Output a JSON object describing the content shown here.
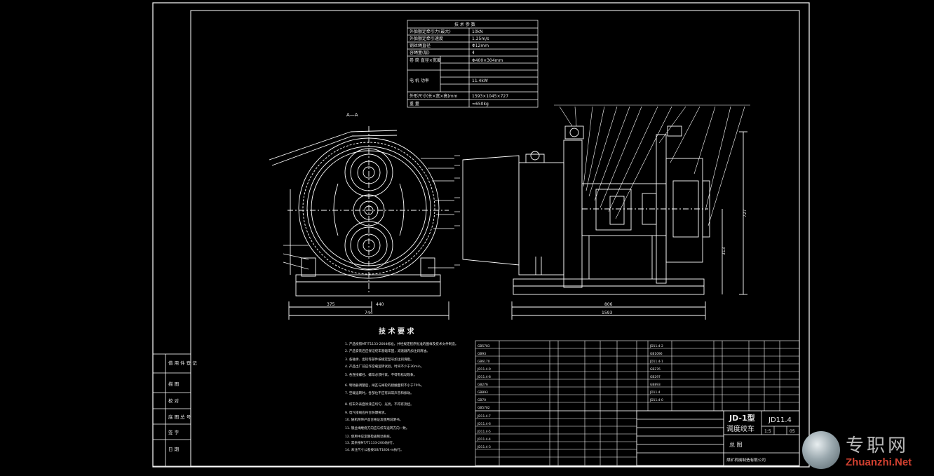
{
  "drawing": {
    "param_table_title": "技 术 参 数",
    "param_rows": [
      {
        "label": "外胎额定牵引力(最大)",
        "value": "10kN"
      },
      {
        "label": "外胎额定牵引速度",
        "value": "1.25m/s"
      },
      {
        "label": "钢丝绳直径",
        "value": "Φ12mm"
      },
      {
        "label": "容绳量(层)",
        "value": "4"
      },
      {
        "label": "卷 筒 直径×宽度",
        "value": "Φ400×304mm"
      },
      {
        "label": "电 机 功率",
        "value": "11.4kW"
      },
      {
        "label": "外形尺寸(长×宽×高)mm",
        "value": "1593×1045×727"
      },
      {
        "label": "重 量",
        "value": "≈650kg"
      }
    ],
    "section_label": "A—A",
    "tech_req_title": "技 术 要 求",
    "tech_req_lines": [
      "1. 产品按照MT/T1133-2004标准，并经规定程序批准的图样及技术文件制造。",
      "2. 产品安装后应保证绞车基础牢固，减速器内加注润滑油。",
      "3. 各轴承、齿轮等部件按规定型号加注润滑脂。",
      "4. 产品出厂前应作空载运转试验，时间不少于30min。",
      "5. 各连接螺栓、螺母必须拧紧，不得有松动现象。",
      "6. 制动器调整后，闸瓦与闸轮的接触面积不小于70%。",
      "7. 空载运转时，各部位不应有异常声音和振动。",
      "8. 绞车外表面涂漆应均匀、光亮，不得有流挂。",
      "9. 电气接线应符合防爆要求。",
      "10. 随机附带产品合格证及使用说明书。",
      "11. 钢丝绳缠绕方向应与绞车运转方向一致。",
      "12. 使用中应定期检查制动系统。",
      "13. 其余按MT/T1133-2004执行。",
      "14. 未注尺寸公差按GB/T1804-m执行。"
    ],
    "title_block": {
      "product": "JD-1型",
      "product_name": "调度绞车",
      "code": "JD11.4",
      "view_name": "总 图",
      "scale": "1:5",
      "sheets": "05",
      "company": "煤矿机械制造有限公司"
    },
    "left_block_lines": [
      "借 用 件 登 记",
      "描 图",
      "校 对",
      "底 图 总 号",
      "签 字",
      "日 期"
    ],
    "dimensions": [
      "744",
      "440",
      "375",
      "1593",
      "806",
      "727",
      "313"
    ],
    "bom_codes_left": [
      "GB5783",
      "GB93",
      "GB6170",
      "JD11.4-9",
      "JD11.4-8",
      "GB276",
      "GB893",
      "GB70",
      "GB5782",
      "JD11.4-7",
      "JD11.4-6",
      "JD11.4-5",
      "JD11.4-4",
      "JD11.4-3"
    ],
    "bom_codes_right": [
      "JD11.4-2",
      "GB1096",
      "JD11.4-1",
      "GB276",
      "GB297",
      "GB893",
      "JD11.4",
      "JD11.4-0"
    ]
  },
  "watermark": {
    "cn": "专职网",
    "en": "Zhuanzhi.Net"
  },
  "colors": {
    "background": "#000000",
    "line": "#ffffff",
    "watermark_red": "#d04030"
  }
}
